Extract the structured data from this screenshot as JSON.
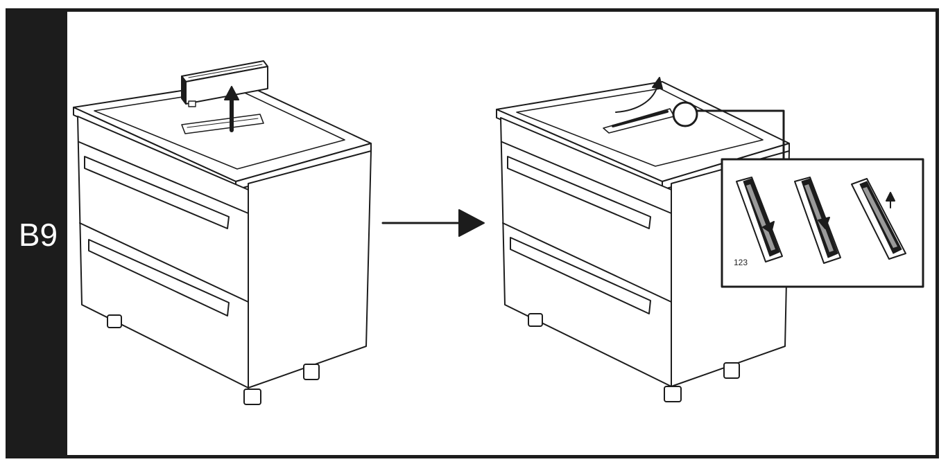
{
  "step": {
    "label": "B9"
  },
  "detail": {
    "part_number": "123"
  },
  "colors": {
    "ink": "#1c1c1c",
    "paper": "#ffffff",
    "shade": "#9a9a9a"
  },
  "icons": [
    "cabinet-before",
    "cabinet-after",
    "lift-arrow",
    "transition-arrow",
    "zoom-circle",
    "detail-inset"
  ]
}
